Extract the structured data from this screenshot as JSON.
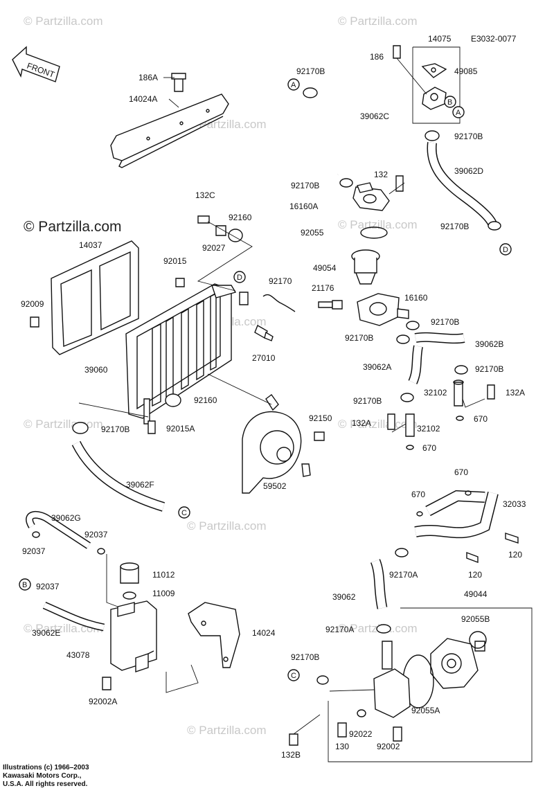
{
  "diagram": {
    "code": "E3032-0077",
    "direction_label": "FRONT",
    "watermarks": [
      "© Partzilla.com",
      "© Partzilla.com",
      "© Partzilla.com",
      "© Partzilla.com",
      "© Partzilla.com",
      "© Partzilla.com",
      "© Partzilla.com",
      "© Partzilla.com",
      "© Partzilla.com",
      "© Partzilla.com",
      "© Partzilla.com"
    ],
    "watermark_prominent": "© Partzilla.com",
    "reference_markers": [
      "A",
      "A",
      "B",
      "B",
      "C",
      "C",
      "D",
      "D"
    ],
    "part_labels": [
      "186A",
      "14024A",
      "92170B",
      "39062C",
      "14075",
      "186",
      "49085",
      "92170B",
      "39062D",
      "132",
      "92170B",
      "16160A",
      "92055",
      "92170B",
      "49054",
      "132C",
      "92160",
      "92027",
      "14037",
      "92015",
      "92009",
      "92170",
      "21176",
      "16160",
      "92170B",
      "92170B",
      "39062B",
      "27010",
      "39060",
      "39062A",
      "92170B",
      "92160",
      "92170B",
      "32102",
      "132A",
      "92150",
      "132A",
      "32102",
      "670",
      "92170B",
      "92015A",
      "670",
      "59502",
      "39062F",
      "670",
      "32033",
      "670",
      "39062G",
      "92037",
      "92037",
      "120",
      "120",
      "92170A",
      "11012",
      "92037",
      "11009",
      "39062",
      "49044",
      "39062E",
      "92055B",
      "14024",
      "92170A",
      "43078",
      "92170B",
      "92002A",
      "92055A",
      "92022",
      "132B",
      "130",
      "92002"
    ],
    "copyright": [
      "Illustrations (c) 1966–2003",
      "Kawasaki Motors Corp.,",
      "U.S.A.  All rights reserved."
    ]
  }
}
